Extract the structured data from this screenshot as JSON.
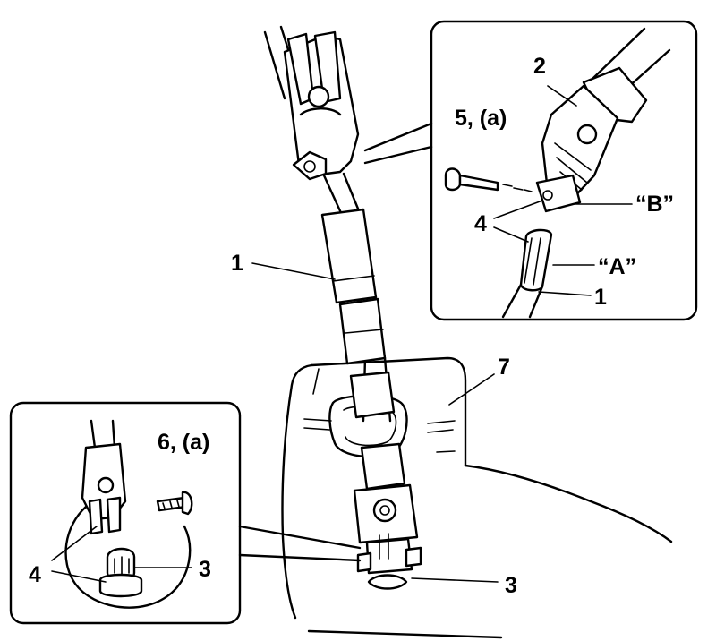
{
  "labels": {
    "shaft": "1",
    "joint_upper": "2",
    "joint_lower_main": "3",
    "joint_lower_detail": "3",
    "notch_upper_detail": "4",
    "notch_lower_detail": "4",
    "bolt_upper": "5, (a)",
    "bolt_lower": "6, (a)",
    "boot": "7",
    "mark_a": "“A”",
    "mark_b": "“B”",
    "shaft_detail": "1"
  }
}
